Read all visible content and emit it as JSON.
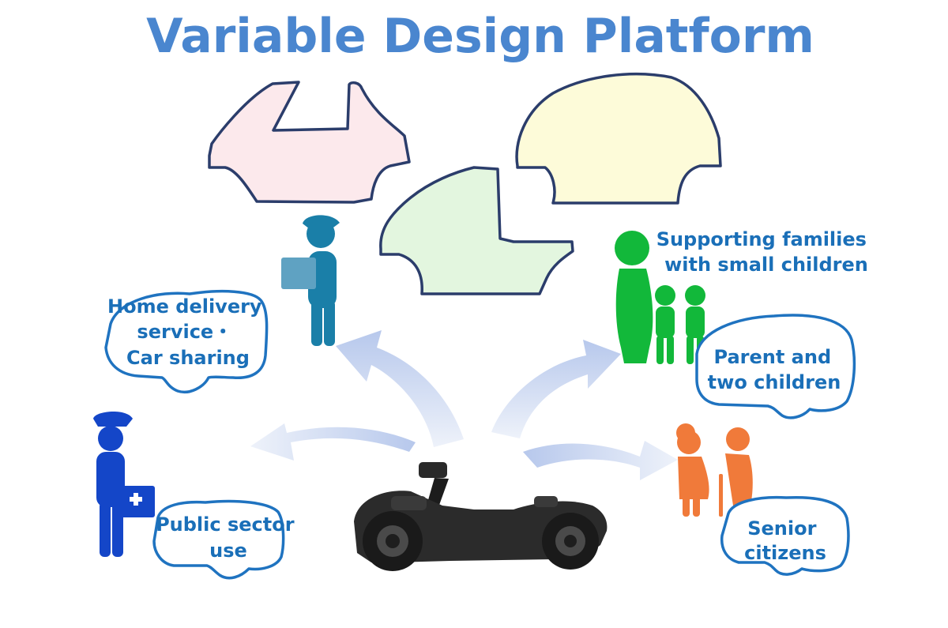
{
  "title": "Variable Design Platform",
  "labels": {
    "home_delivery": [
      "Home delivery",
      "service・",
      "Car sharing"
    ],
    "public_sector": [
      "Public sector",
      "use"
    ],
    "families": [
      "Supporting families",
      "with small children"
    ],
    "parent_children": [
      "Parent and",
      "two children"
    ],
    "seniors": [
      "Senior",
      "citizens"
    ]
  },
  "colors": {
    "title": "#4a86cf",
    "label_text": "#1a6fb8",
    "delivery_person": "#1a7fa8",
    "public_worker": "#1446c8",
    "family": "#12b83a",
    "seniors": "#f07a3a",
    "body_pink": "#fce9ec",
    "body_green": "#e3f6df",
    "body_yellow": "#fdfbd9",
    "arrow": "#c5d3ef"
  },
  "icons": [
    "delivery-person-icon",
    "public-worker-icon",
    "family-icon",
    "senior-couple-icon",
    "vehicle-chassis-icon"
  ]
}
